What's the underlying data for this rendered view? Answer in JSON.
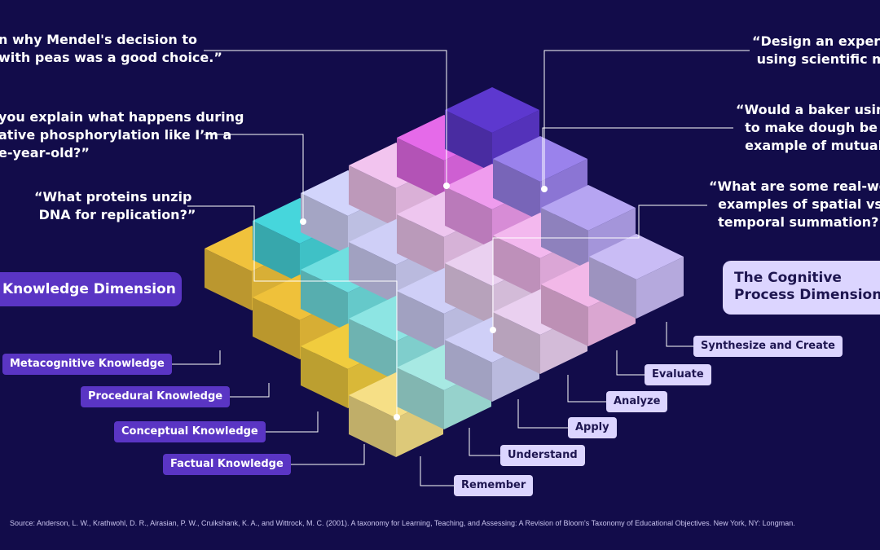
{
  "quotes": [
    "n why Mendel's decision to\nwith peas was a good choice.”",
    "you explain what happens during\native phosphorylation like I’m a\ne-year-old?”",
    "“What proteins unzip\n DNA for replication?”",
    "“Design an experim\n using scientific m",
    "“Would a baker using\n  to make dough be a\n  example of mutualis",
    "“What are some real-wo\n  examples of spatial vs\n  temporal summation?”"
  ],
  "knowledge_dimension": {
    "title": "Knowledge Dimension",
    "levels": [
      "Metacognitive Knowledge",
      "Procedural Knowledge",
      "Conceptual Knowledge",
      "Factual Knowledge"
    ]
  },
  "cognitive_dimension": {
    "title": "The Cognitive\nProcess Dimension",
    "levels": [
      "Synthesize and Create",
      "Evaluate",
      "Analyze",
      "Apply",
      "Understand",
      "Remember"
    ]
  },
  "source": "Source: Anderson, L. W., Krathwohl, D. R., Airasian, P. W., Cruikshank, K. A., and Wittrock, M. C. (2001). A taxonomy for Learning, Teaching, and Assessing: A Revision of Bloom's Taxonomy of Educational Objectives. New York, NY: Longman.",
  "colors": {
    "background": "#120c4a",
    "factual_row": "#f6df86",
    "conceptual_row": "#f1cc3e",
    "procedural_row": "#efc13a",
    "metacognitive_row": "#f0c23c",
    "understand_col": "#a7e9e3",
    "apply_col": "#cfcff7",
    "analyze_col": "#ead0f0",
    "evaluate_col": "#f2b8e8",
    "create_col": "#c9b9f3",
    "accent_magenta": "#df5ee9",
    "accent_violet": "#5a35c4",
    "label_light": "#dcd5ff"
  }
}
